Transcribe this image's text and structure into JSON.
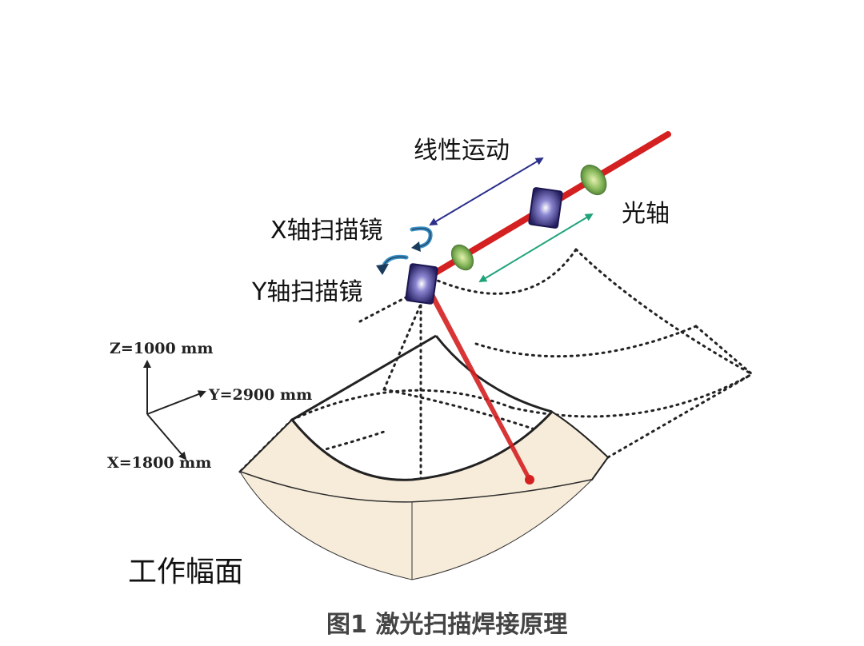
{
  "labels": {
    "linear_motion": "线性运动",
    "optical_axis": "光轴",
    "x_mirror": "X轴扫描镜",
    "y_mirror": "Y轴扫描镜",
    "work_area": "工作幅面",
    "caption": "图1 激光扫描焊接原理"
  },
  "axes": {
    "z": "Z=1000 mm",
    "y": "Y=2900 mm",
    "x": "X=1800 mm"
  },
  "colors": {
    "laser": "#d42020",
    "mirror": "#2a2270",
    "lens": "#6aa050",
    "linear_arrow": "#2b2f8a",
    "optical_arrow": "#1fa37a",
    "rotation_arrow": "#3a8fc4",
    "work_fill": "#f7ecda",
    "outline": "#222222"
  }
}
